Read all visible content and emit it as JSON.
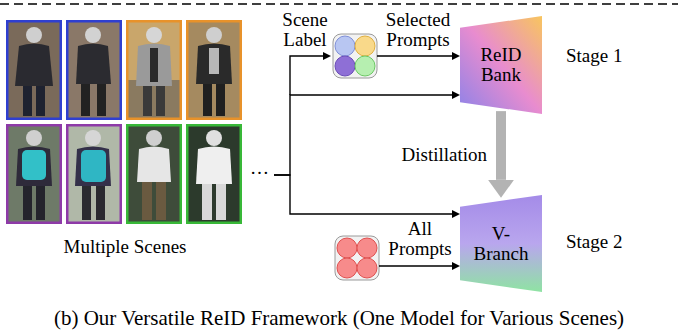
{
  "diagram": {
    "caption": "(b) Our Versatile ReID Framework (One Model for Various Scenes)",
    "nodes": [
      {
        "text": [
          "Multiple Scenes"
        ]
      },
      {
        "text": [
          "ReID Bank"
        ]
      },
      {
        "text": [
          "V-Branch"
        ]
      }
    ],
    "edges": [
      {
        "from": 0,
        "to": 1,
        "arrow": "to"
      },
      {
        "from": 0,
        "to": 2,
        "arrow": "to"
      },
      {
        "from": 1,
        "to": 2,
        "label": "Distillation",
        "arrow": "to"
      }
    ],
    "labels": [
      "Scene Label",
      "Selected Prompts",
      "Stage 1",
      "…",
      "Stage 2",
      "All Prompts"
    ]
  }
}
